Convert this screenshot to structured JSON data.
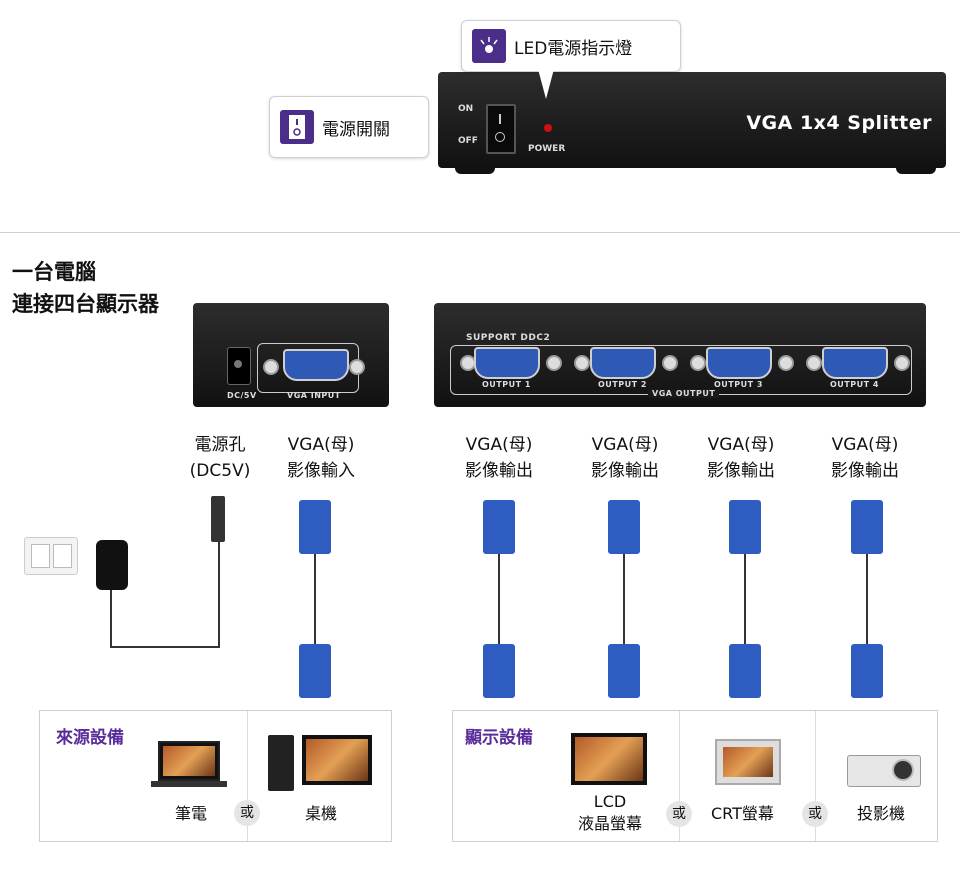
{
  "callouts": {
    "led": "LED電源指示燈",
    "power_switch": "電源開關"
  },
  "front_panel": {
    "on": "ON",
    "off": "OFF",
    "power": "POWER",
    "title": "VGA 1x4 Splitter"
  },
  "heading": {
    "line1": "一台電腦",
    "line2": "連接四台顯示器"
  },
  "rear_small": {
    "dc": "DC/5V",
    "vga_input": "VGA INPUT"
  },
  "rear_big": {
    "support": "SUPPORT DDC2",
    "outputs": [
      "OUTPUT 1",
      "OUTPUT 2",
      "OUTPUT 3",
      "OUTPUT 4"
    ],
    "vga_output": "VGA OUTPUT"
  },
  "port_labels": {
    "power_hole": [
      "電源孔",
      "(DC5V)"
    ],
    "vga_in": [
      "VGA(母)",
      "影像輸入"
    ],
    "vga_out": [
      "VGA(母)",
      "影像輸出"
    ]
  },
  "source_panel": {
    "title": "來源設備",
    "laptop": "筆電",
    "or": "或",
    "desktop": "桌機"
  },
  "display_panel": {
    "title": "顯示設備",
    "lcd": [
      "LCD",
      "液晶螢幕"
    ],
    "or": "或",
    "crt": "CRT螢幕",
    "projector": "投影機"
  },
  "colors": {
    "accent_purple": "#5a2c9a",
    "vga_blue": "#2e5cc0"
  }
}
